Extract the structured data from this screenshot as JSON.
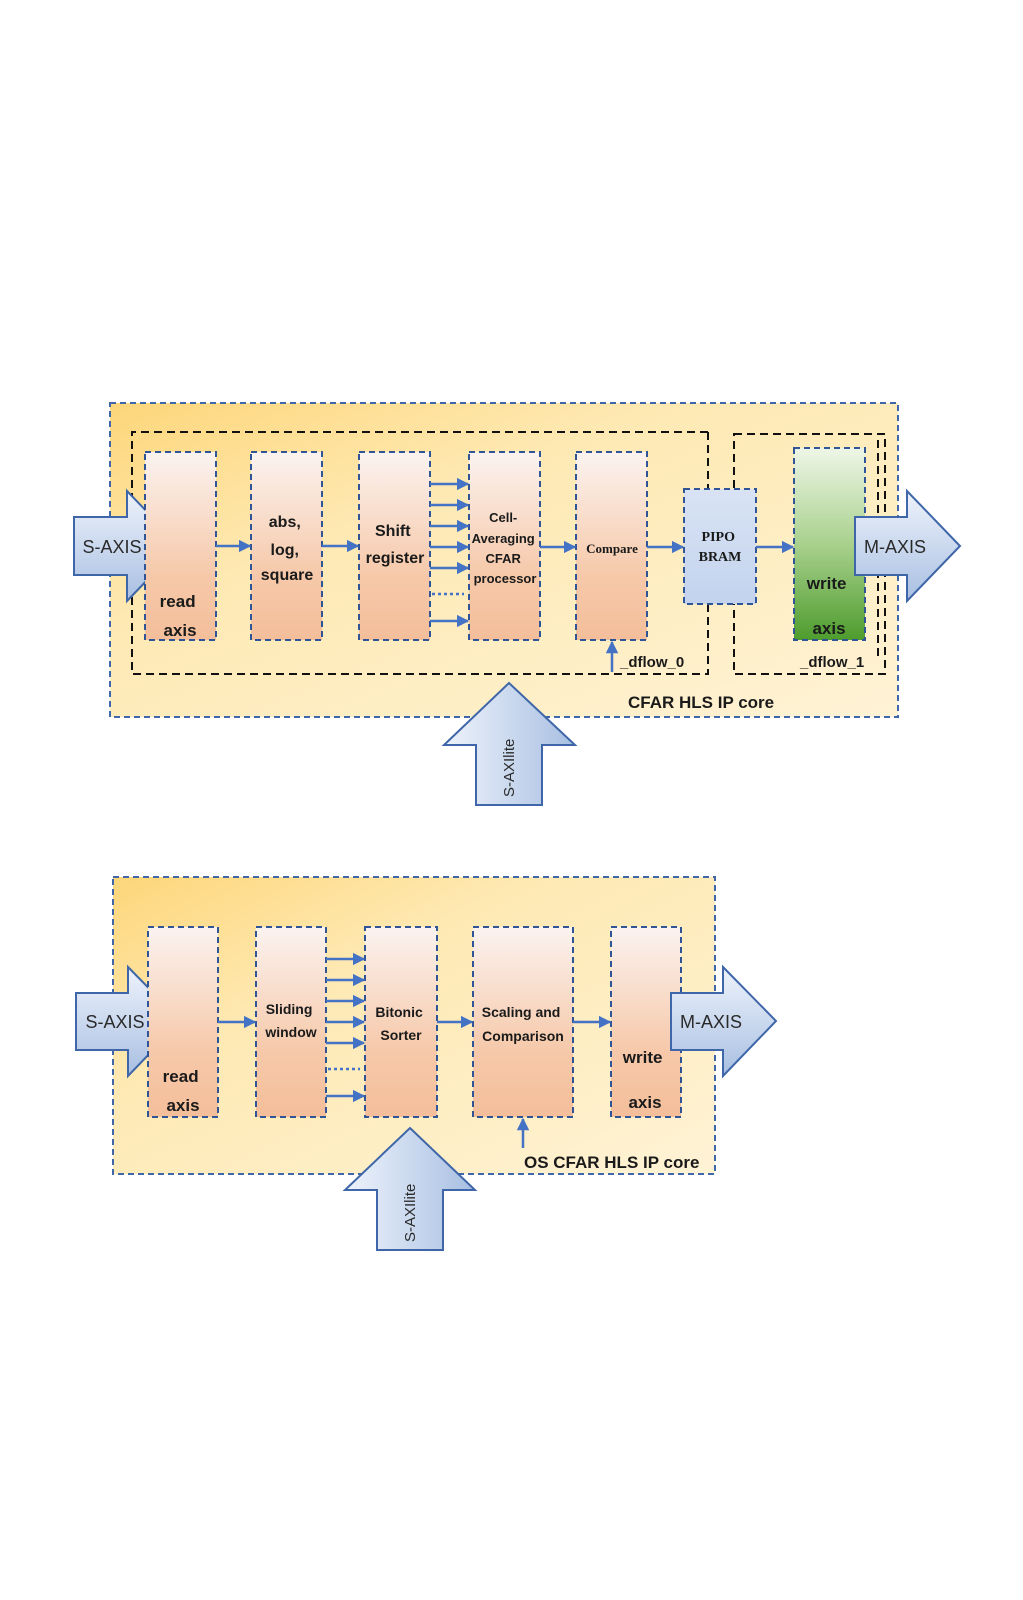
{
  "diagram1": {
    "core_title": "CFAR HLS IP core",
    "s_axis": "S-AXIS",
    "m_axis": "M-AXIS",
    "s_axilite": "S-AXIlite",
    "dflow0": "_dflow_0",
    "dflow1": "_dflow_1",
    "blocks": {
      "read": [
        "read",
        "axis"
      ],
      "abs": [
        "abs,",
        "log,",
        "square"
      ],
      "shift": [
        "Shift",
        "register"
      ],
      "ca": [
        "Cell-",
        "Averaging",
        "CFAR",
        "processor"
      ],
      "compare": "Compare",
      "pipo": [
        "PIPO",
        "BRAM"
      ],
      "write": [
        "write",
        "axis"
      ]
    }
  },
  "diagram2": {
    "core_title": "OS CFAR HLS IP core",
    "s_axis": "S-AXIS",
    "m_axis": "M-AXIS",
    "s_axilite": "S-AXIlite",
    "blocks": {
      "read": [
        "read",
        "axis"
      ],
      "sliding": [
        "Sliding",
        "window"
      ],
      "bitonic": [
        "Bitonic",
        "Sorter"
      ],
      "scaling": [
        "Scaling and",
        "Comparison"
      ],
      "write": [
        "write",
        "axis"
      ]
    }
  },
  "colors": {
    "core_fill_start": "#FDDE8A",
    "core_fill_end": "#FFF1CE",
    "block_top": "#FBF1EC",
    "block_bottom": "#F5C3A1",
    "write_green_top": "#E9F3DF",
    "write_green_bottom": "#52A032",
    "arrow_fill_start": "#EAF0FA",
    "arrow_fill_end": "#9FB7DD",
    "arrow_stroke": "#3F66A8",
    "connector": "#4472C4",
    "block_border": "#2F5597"
  }
}
